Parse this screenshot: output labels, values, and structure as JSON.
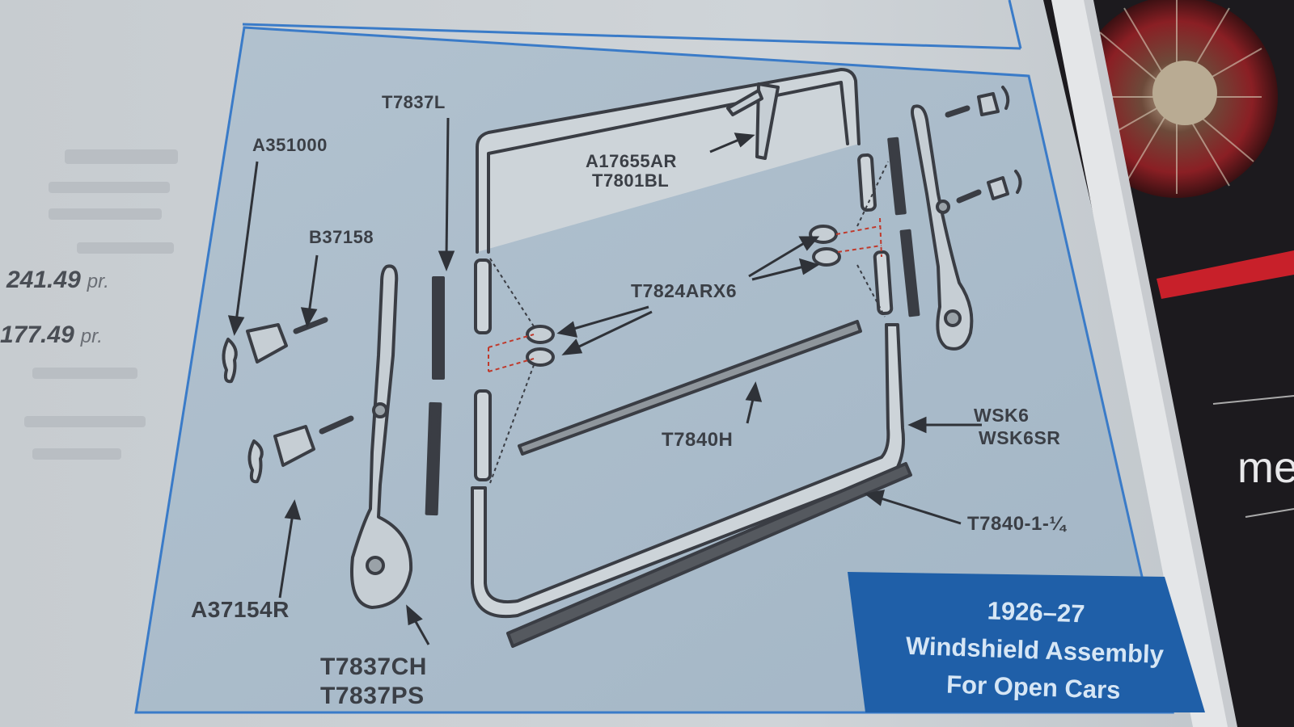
{
  "prices": [
    {
      "value": "241.49",
      "unit": "pr."
    },
    {
      "value": "177.49",
      "unit": "pr."
    }
  ],
  "part_labels": {
    "a351000": "A351000",
    "t7837l": "T7837L",
    "b37158": "B37158",
    "a17655ar": "A17655AR",
    "t7801bl": "T7801BL",
    "t7824arx6": "T7824ARX6",
    "t7840h": "T7840H",
    "wsk6": "WSK6",
    "wsk6sr": "WSK6SR",
    "t7840_1_quarter": "T7840-1-¼",
    "a37154r": "A37154R",
    "t7837ch": "T7837CH",
    "t7837ps": "T7837PS"
  },
  "caption": {
    "years": "1926–27",
    "line1": "Windshield Assembly",
    "line2": "For Open Cars"
  },
  "bookmark_text": "me",
  "colors": {
    "panel_bg": "#a9bccb",
    "caption_bg": "#1f5fa8",
    "border_blue": "#3a7bc8",
    "accent_red": "#c0392b",
    "parts_ink": "#3a3d44"
  }
}
